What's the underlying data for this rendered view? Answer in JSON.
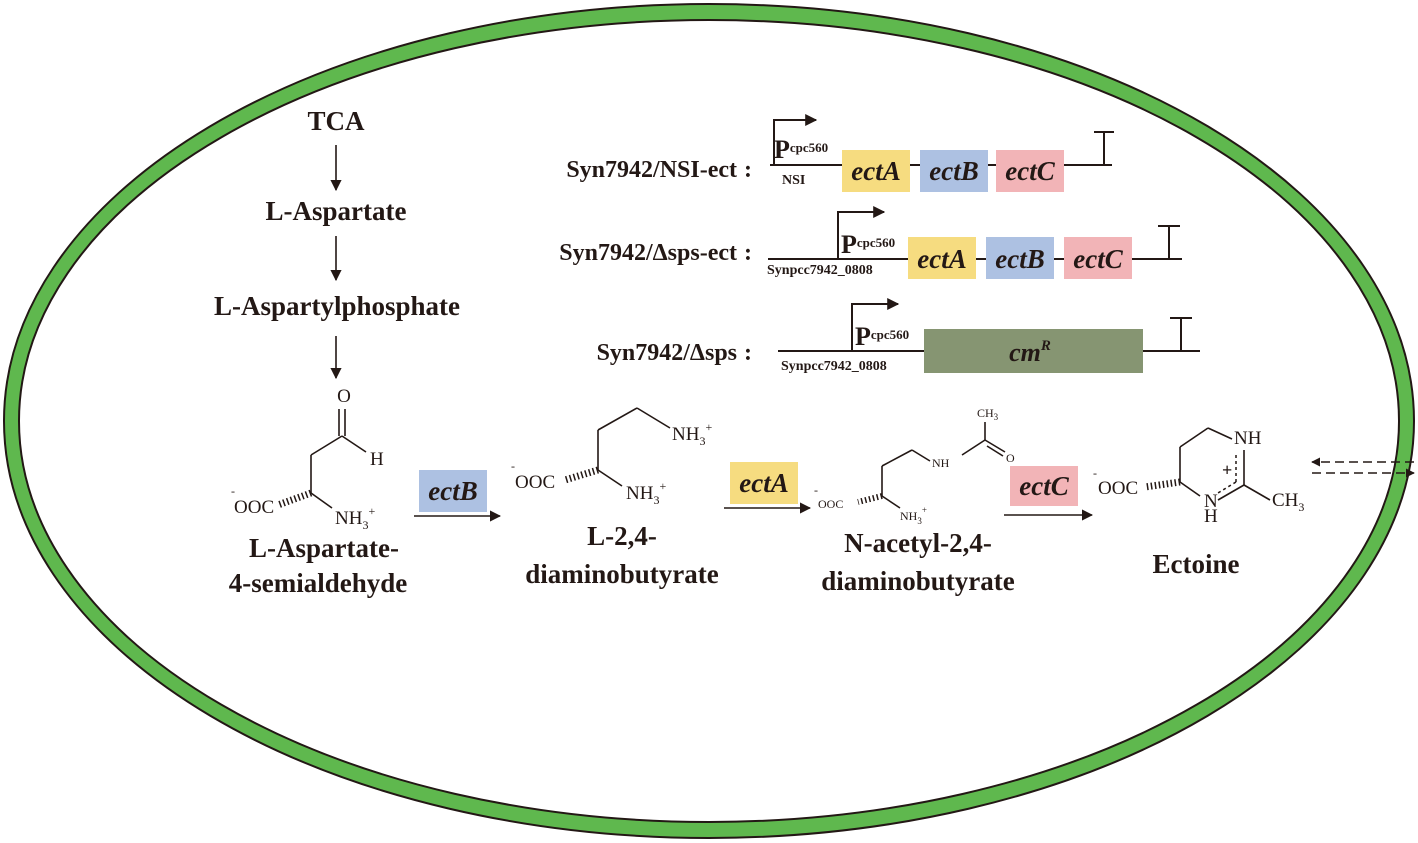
{
  "colors": {
    "membrane": "#5fb84e",
    "membrane_edge": "#231815",
    "ink": "#231815",
    "ectA": "#f6dc80",
    "ectB": "#adc1e2",
    "ectC": "#f2b4b7",
    "cmR": "#869572"
  },
  "pathway": {
    "tca": "TCA",
    "aspartate": "L-Aspartate",
    "aspartylphosphate": "L-Aspartylphosphate",
    "semialdehyde_line1": "L-Aspartate-",
    "semialdehyde_line2": "4-semialdehyde",
    "dab_line1": "L-2,4-",
    "dab_line2": "diaminobutyrate",
    "nadab_line1": "N-acetyl-2,4-",
    "nadab_line2": "diaminobutyrate",
    "ectoine": "Ectoine"
  },
  "enzymes": {
    "step1": "ectB",
    "step2": "ectA",
    "step3": "ectC"
  },
  "constructs": [
    {
      "strain": "Syn7942/NSI-ect",
      "colon": ":",
      "promoter_main": "P",
      "promoter_sub": "cpc560",
      "locus": "NSI",
      "genes": [
        "ectA",
        "ectB",
        "ectC"
      ]
    },
    {
      "strain": "Syn7942/Δsps-ect",
      "colon": ":",
      "promoter_main": "P",
      "promoter_sub": "cpc560",
      "locus": "Synpcc7942_0808",
      "genes": [
        "ectA",
        "ectB",
        "ectC"
      ]
    },
    {
      "strain": "Syn7942/Δsps",
      "colon": ":",
      "promoter_main": "P",
      "promoter_sub": "cpc560",
      "locus": "Synpcc7942_0808",
      "marker_main": "cm",
      "marker_sup": "R"
    }
  ],
  "chem": {
    "o": "O",
    "h": "H",
    "coo_minus": "-",
    "ooc": "OOC",
    "nh": "NH",
    "nh3": "NH",
    "sub3": "3",
    "plus": "+",
    "ch3": "CH",
    "n_h": "H",
    "n": "N"
  }
}
